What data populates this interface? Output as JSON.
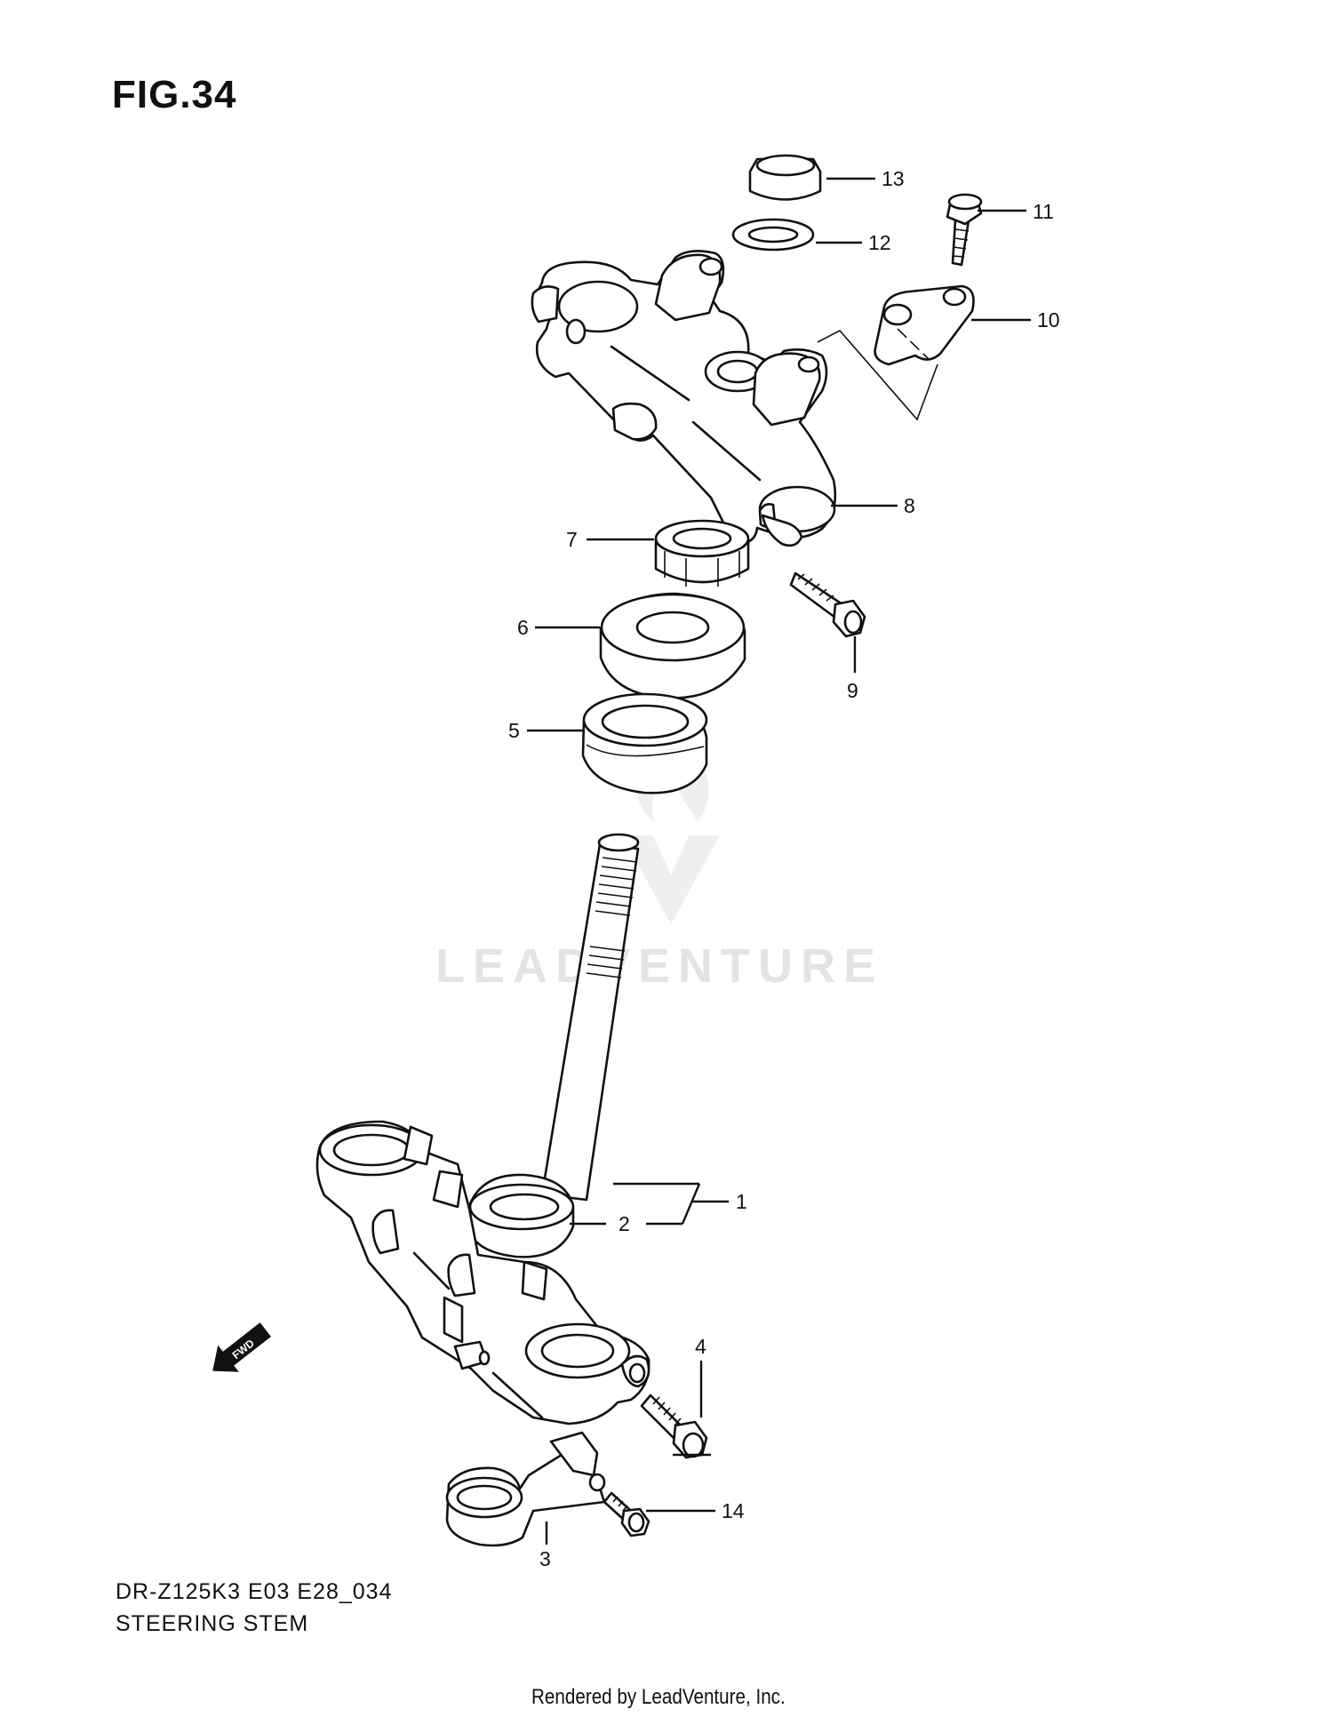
{
  "figure": {
    "title": "FIG.34",
    "model_code": "DR-Z125K3 E03 E28_034",
    "assembly_name": "STEERING STEM",
    "rendered_by": "Rendered by LeadVenture, Inc."
  },
  "watermark": {
    "text": "LEADVENTURE"
  },
  "direction_badge": "FWD",
  "callouts": [
    "1",
    "2",
    "3",
    "4",
    "5",
    "6",
    "7",
    "8",
    "9",
    "10",
    "11",
    "12",
    "13",
    "14"
  ]
}
